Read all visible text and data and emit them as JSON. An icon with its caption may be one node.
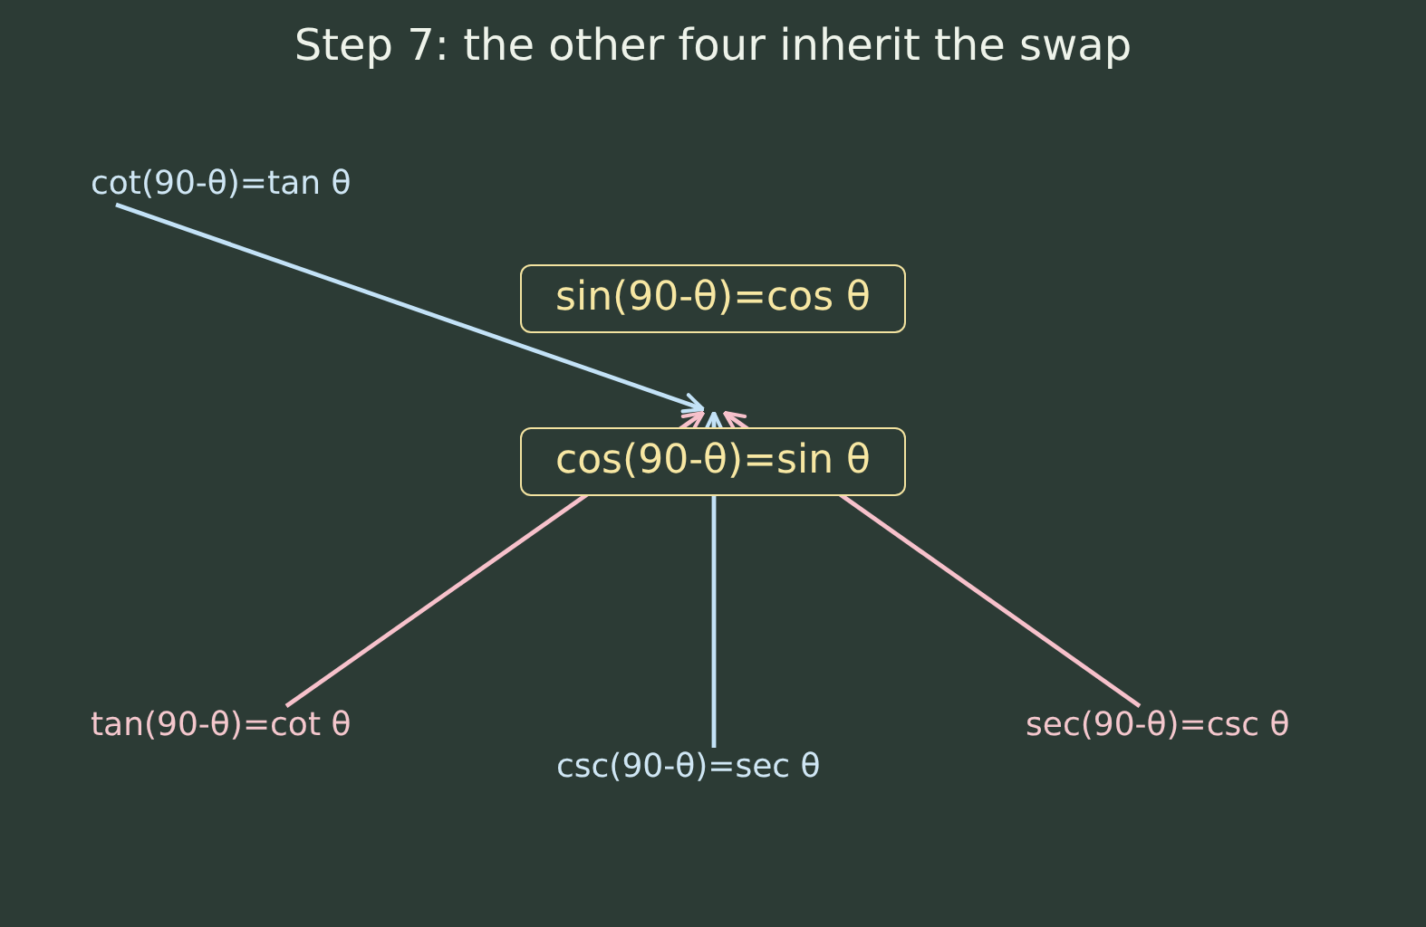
{
  "diagram": {
    "title": "Step 7: the other four inherit the swap",
    "nodes": [
      {
        "text": [
          "cot(90-θ)=tan θ"
        ]
      },
      {
        "text": [
          "sin(90-θ)=cos θ"
        ]
      },
      {
        "text": [
          "cos(90-θ)=sin θ"
        ]
      },
      {
        "text": [
          "tan(90-θ)=cot θ"
        ]
      },
      {
        "text": [
          "sec(90-θ)=csc θ"
        ]
      },
      {
        "text": [
          "csc(90-θ)=sec θ"
        ]
      }
    ],
    "edges": [
      {
        "from": 0,
        "to": 2,
        "arrow": "to",
        "color": "#c3e2f7"
      },
      {
        "from": 3,
        "to": 2,
        "arrow": "to",
        "color": "#f7c1cb"
      },
      {
        "from": 5,
        "to": 2,
        "arrow": "to",
        "color": "#c3e2f7"
      },
      {
        "from": 4,
        "to": 2,
        "arrow": "to",
        "color": "#f7c1cb"
      }
    ]
  }
}
